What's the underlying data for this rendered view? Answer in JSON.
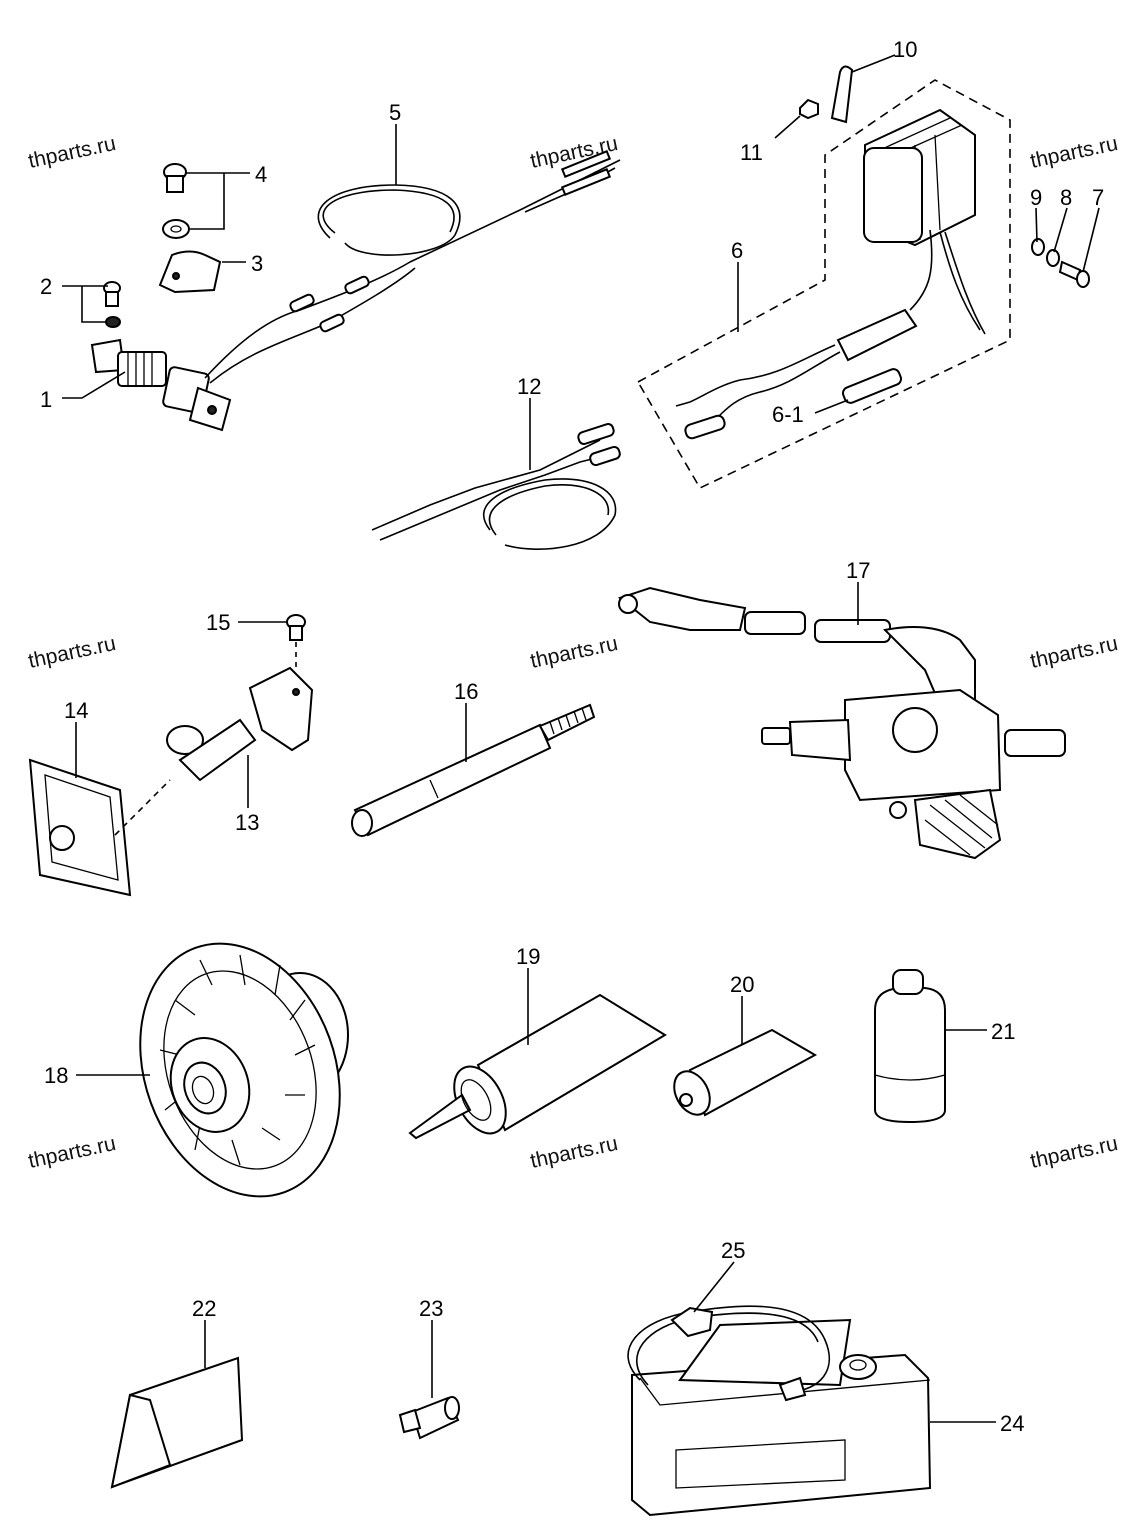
{
  "watermark": "thparts.ru",
  "labels": {
    "p1": "1",
    "p2": "2",
    "p3": "3",
    "p4": "4",
    "p5": "5",
    "p6": "6",
    "p6_1": "6-1",
    "p7": "7",
    "p8": "8",
    "p9": "9",
    "p10": "10",
    "p11": "11",
    "p12": "12",
    "p13": "13",
    "p14": "14",
    "p15": "15",
    "p16": "16",
    "p17": "17",
    "p18": "18",
    "p19": "19",
    "p20": "20",
    "p21": "21",
    "p22": "22",
    "p23": "23",
    "p24": "24",
    "p25": "25"
  }
}
